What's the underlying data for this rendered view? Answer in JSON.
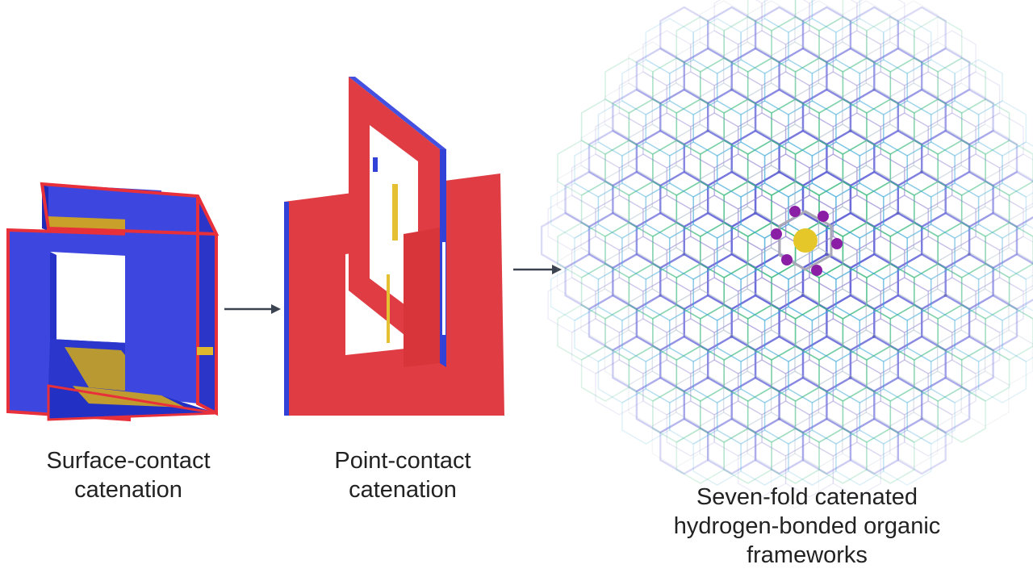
{
  "labels": {
    "surface_contact": [
      "Surface-contact",
      "catenation"
    ],
    "point_contact": [
      "Point-contact",
      "catenation"
    ],
    "hof": [
      "Seven-fold catenated",
      "hydrogen-bonded organic",
      "frameworks"
    ]
  },
  "colors": {
    "blue_face": "#3d47e0",
    "blue_dark": "#1f2bb8",
    "red_face": "#df3d43",
    "red_edge": "#e8303a",
    "gold": "#c9a12a",
    "arrow": "#3b4250",
    "net_colors": [
      "#5a5bd6",
      "#35b87a",
      "#3aa7d8",
      "#8c7fd0",
      "#9fb0c4"
    ],
    "guest_center": "#e6c72a",
    "guest_ring": "#8a1fa6"
  },
  "icons": [
    "arrow-right-icon",
    "arrow-right-icon"
  ]
}
